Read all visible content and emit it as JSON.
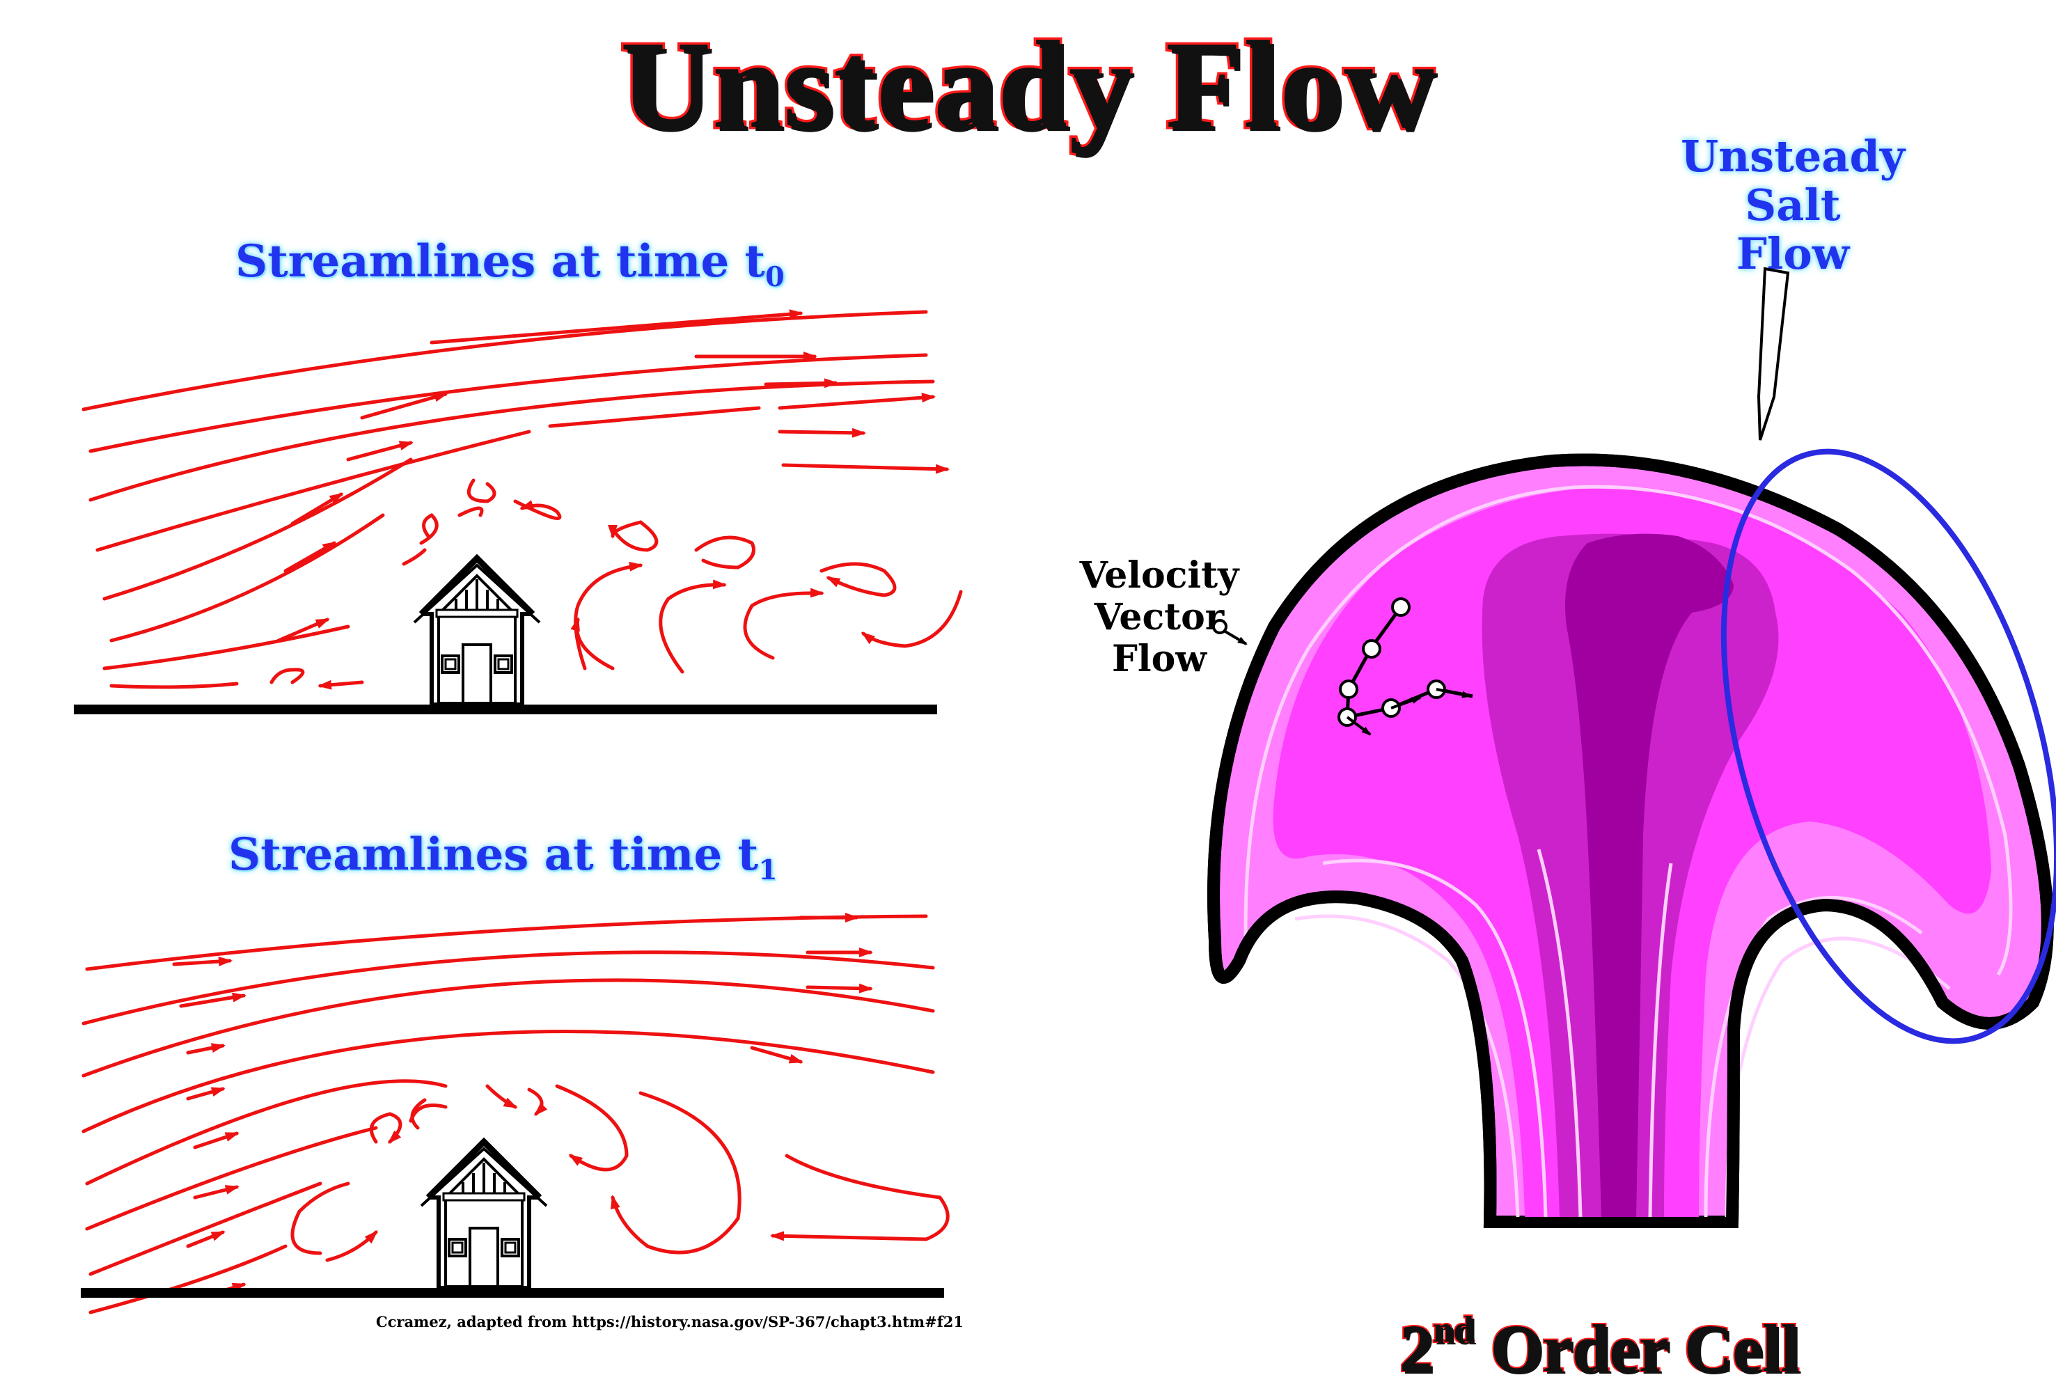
{
  "title": "Unsteady Flow",
  "panel_t0": {
    "label": "Streamlines at time t",
    "subscript": "0"
  },
  "panel_t1": {
    "label": "Streamlines at time t",
    "subscript": "1"
  },
  "salt_flow": {
    "line1": "Unsteady Salt",
    "line2": "Flow"
  },
  "velocity_vector": {
    "line1": "Velocity Vector",
    "line2": "Flow"
  },
  "credit": "Ccramez, adapted from https://history.nasa.gov/SP-367/chapt3.htm#f21",
  "cell": {
    "number": "2",
    "superscript": "nd",
    "rest": " Order Cell"
  },
  "colors": {
    "streamline": "#ee1111",
    "salt_outline": "#2a2ae0",
    "cell_outer": "#ff80ff",
    "cell_mid": "#f040f0",
    "cell_inner": "#c020c0",
    "cell_core": "#a000a0"
  }
}
